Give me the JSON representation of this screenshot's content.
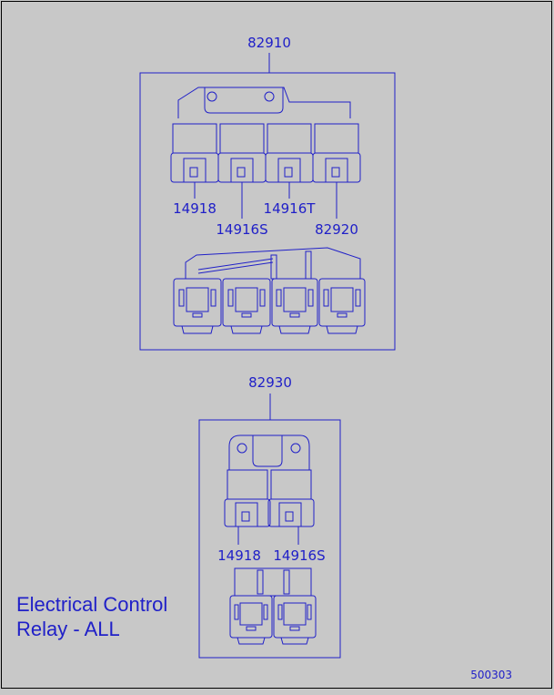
{
  "diagram": {
    "upper_assembly": {
      "part_number": "82910",
      "callouts": [
        "14918",
        "14916S",
        "14916T",
        "82920"
      ]
    },
    "lower_assembly": {
      "part_number": "82930",
      "callouts": [
        "14918",
        "14916S"
      ]
    },
    "title": [
      "Electrical Control",
      "Relay - ALL"
    ],
    "figure_code": "500303",
    "colors": {
      "background": "#c8c8c8",
      "ink": "#2020c8",
      "frame": "#000000"
    }
  }
}
